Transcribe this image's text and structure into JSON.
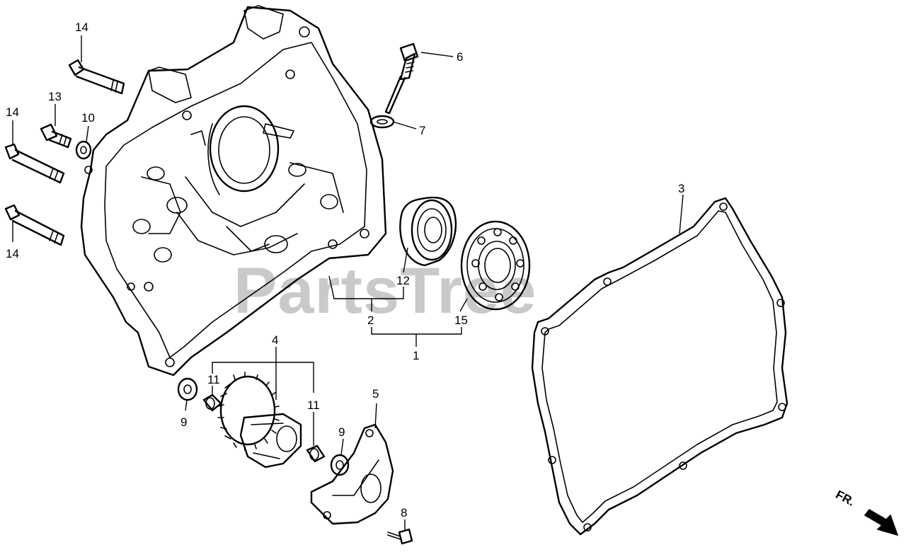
{
  "watermark": "PartsTree",
  "front_indicator": "FR.",
  "callouts": {
    "c1": "1",
    "c2": "2",
    "c3": "3",
    "c4": "4",
    "c5": "5",
    "c6": "6",
    "c7": "7",
    "c8": "8",
    "c9a": "9",
    "c9b": "9",
    "c10": "10",
    "c11a": "11",
    "c11b": "11",
    "c12": "12",
    "c13": "13",
    "c14a": "14",
    "c14b": "14",
    "c14c": "14",
    "c15": "15"
  }
}
